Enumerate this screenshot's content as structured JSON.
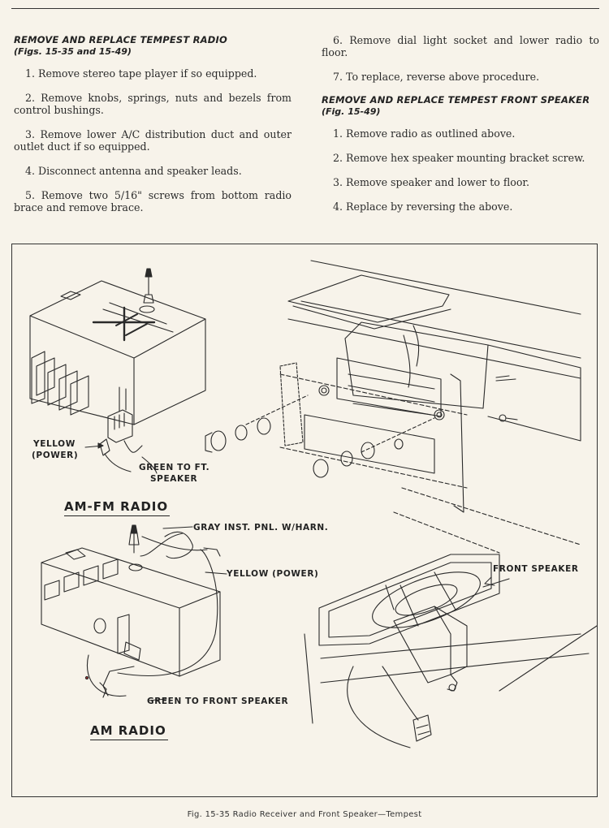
{
  "left_section": {
    "title": "REMOVE AND REPLACE TEMPEST RADIO",
    "figs": "(Figs. 15-35 and 15-49)",
    "steps": [
      "1. Remove stereo tape player if so equipped.",
      "2. Remove knobs, springs, nuts and bezels from control bushings.",
      "3. Remove lower A/C distribution duct and outer outlet duct if so equipped.",
      "4. Disconnect antenna and speaker leads.",
      "5. Remove two 5/16\" screws from bottom radio brace and remove brace."
    ]
  },
  "right_section": {
    "steps_cont": [
      "6. Remove dial light socket and lower radio to floor.",
      "7. To replace, reverse above procedure."
    ],
    "title": "REMOVE AND REPLACE TEMPEST FRONT SPEAKER",
    "figs": "(Fig. 15-49)",
    "steps": [
      "1. Remove radio as outlined above.",
      "2. Remove hex speaker mounting bracket screw.",
      "3. Remove speaker and lower to floor.",
      "4. Replace by reversing the above."
    ]
  },
  "figure": {
    "labels": {
      "yellow_power_1": "YELLOW",
      "yellow_power_2": "(POWER)",
      "green_ft_1": "GREEN TO FT.",
      "green_ft_2": "SPEAKER",
      "amfm": "AM-FM RADIO",
      "gray_harn": "GRAY INST. PNL. W/HARN.",
      "yellow_power_am": "YELLOW (POWER)",
      "green_front": "GREEN TO FRONT SPEAKER",
      "am": "AM RADIO",
      "front_speaker": "FRONT SPEAKER"
    },
    "caption": "Fig. 15-35  Radio Receiver and Front Speaker—Tempest"
  }
}
